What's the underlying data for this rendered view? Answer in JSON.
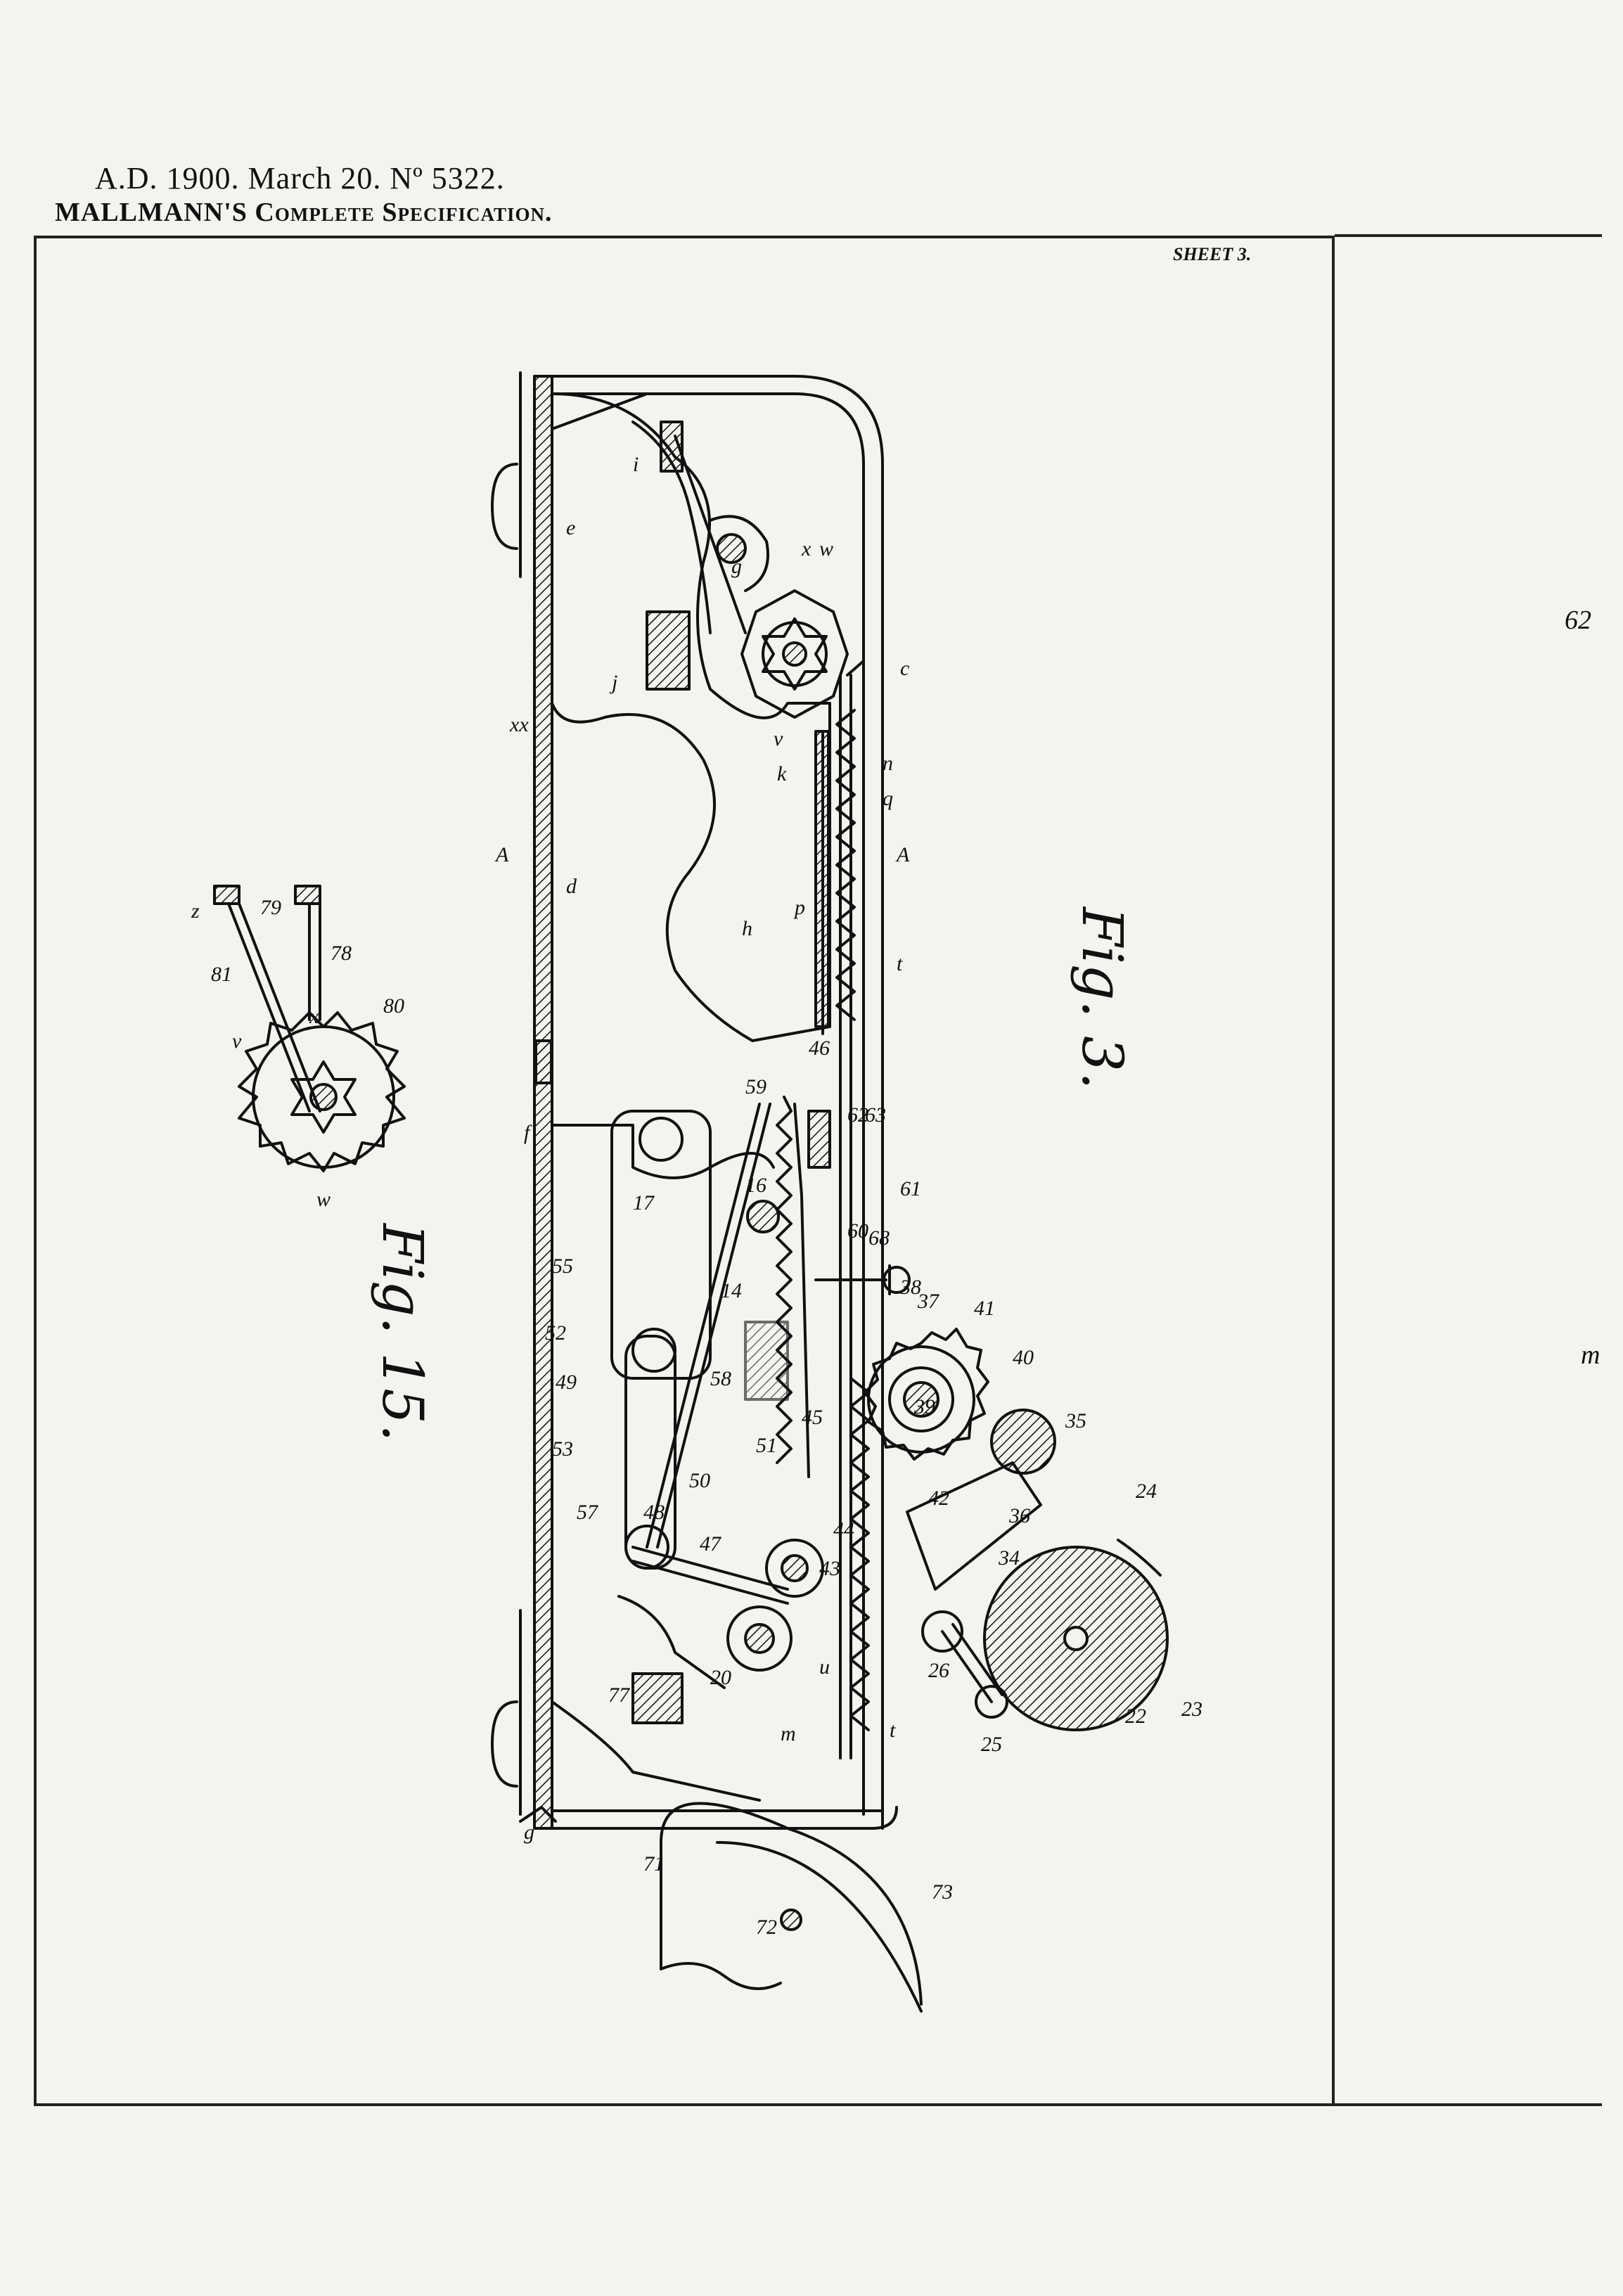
{
  "header": {
    "line1": "A.D. 1900. March 20. Nº 5322.",
    "line2_name": "MALLMANN'S",
    "line2_rest": "Complete Specification."
  },
  "sheet": "SHEET 3.",
  "margin": {
    "number": "62",
    "letter": "m"
  },
  "figures": {
    "fig3": "Fig. 3.",
    "fig15": "Fig. 15."
  },
  "labels": {
    "l_e": "e",
    "l_i": "i",
    "l_g": "g",
    "l_x": "x",
    "l_w": "w",
    "l_v": "v",
    "l_j": "j",
    "l_c": "c",
    "l_k": "k",
    "l_n": "n",
    "l_q": "q",
    "l_a1": "A",
    "l_a2": "A",
    "l_d": "d",
    "l_h": "h",
    "l_p": "p",
    "l_t": "t",
    "l_f": "f",
    "l_xx": "xx",
    "n46": "46",
    "n59": "59",
    "n62": "62",
    "n63": "63",
    "n61": "61",
    "n16": "16",
    "n17": "17",
    "n60": "60",
    "n68": "68",
    "n14": "14",
    "n55": "55",
    "n38": "38",
    "n37": "37",
    "n41": "41",
    "n52": "52",
    "n49": "49",
    "n58": "58",
    "n39": "39",
    "n40": "40",
    "n45": "45",
    "n53": "53",
    "n51": "51",
    "n50": "50",
    "n35": "35",
    "n42": "42",
    "n57": "57",
    "n48": "48",
    "n47": "47",
    "n44": "44",
    "n43": "43",
    "n24": "24",
    "n36": "36",
    "n34": "34",
    "n20": "20",
    "n77": "77",
    "n26": "26",
    "n23": "23",
    "n22": "22",
    "n25": "25",
    "l_u": "u",
    "l_m": "m",
    "l_t2": "t",
    "l_g2": "g",
    "n71": "71",
    "n72": "72",
    "n73": "73",
    "f15_z": "z",
    "f15_79": "79",
    "f15_78": "78",
    "f15_81": "81",
    "f15_x": "x",
    "f15_v": "v",
    "f15_80": "80",
    "f15_w": "w"
  }
}
